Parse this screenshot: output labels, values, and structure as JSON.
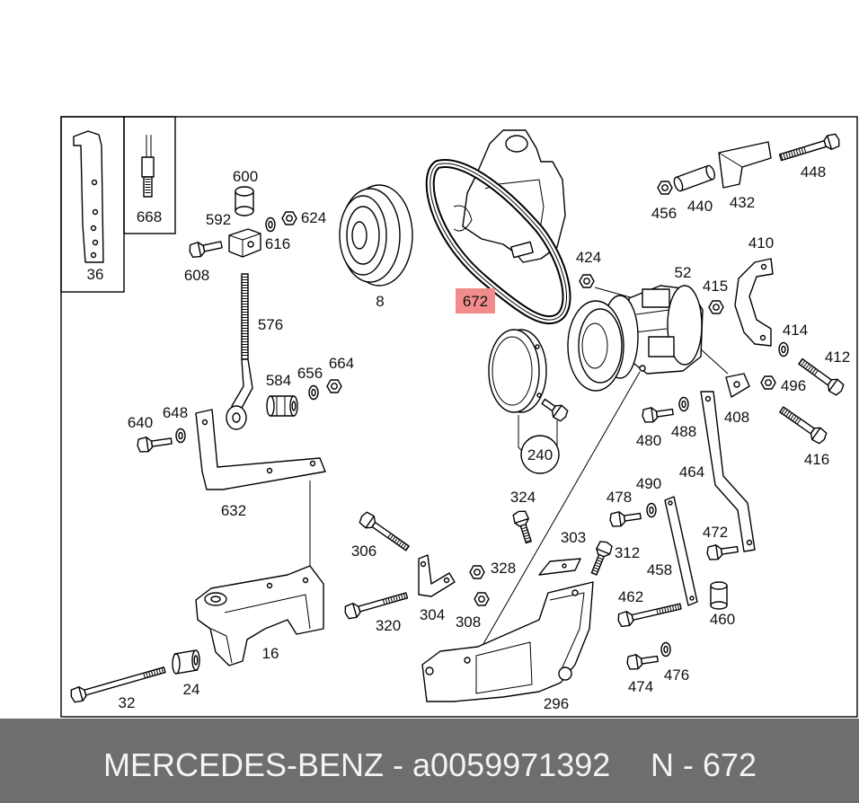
{
  "parts": {
    "p36": "36",
    "p668": "668",
    "p600": "600",
    "p592": "592",
    "p624": "624",
    "p616": "616",
    "p608": "608",
    "p8": "8",
    "p672": "672",
    "p424": "424",
    "p52": "52",
    "p415": "415",
    "p410": "410",
    "p414": "414",
    "p412": "412",
    "p496": "496",
    "p408": "408",
    "p416": "416",
    "p480": "480",
    "p488": "488",
    "p448": "448",
    "p456": "456",
    "p440": "440",
    "p432": "432",
    "p576": "576",
    "p584": "584",
    "p656": "656",
    "p664": "664",
    "p640": "640",
    "p648": "648",
    "p632": "632",
    "p240": "240",
    "p464": "464",
    "p490": "490",
    "p478": "478",
    "p324": "324",
    "p472": "472",
    "p303": "303",
    "p312": "312",
    "p306": "306",
    "p328": "328",
    "p458": "458",
    "p462": "462",
    "p460": "460",
    "p304": "304",
    "p308": "308",
    "p320": "320",
    "p16": "16",
    "p24": "24",
    "p32": "32",
    "p296": "296",
    "p476": "476",
    "p474": "474"
  },
  "footer": {
    "title": "MERCEDES-BENZ - a0059971392",
    "page_ref": "N - 672"
  },
  "colors": {
    "highlight": "#f28b8b",
    "footer_bg": "#6e6e6e",
    "footer_text": "#f4f4f4",
    "line": "#000000"
  }
}
